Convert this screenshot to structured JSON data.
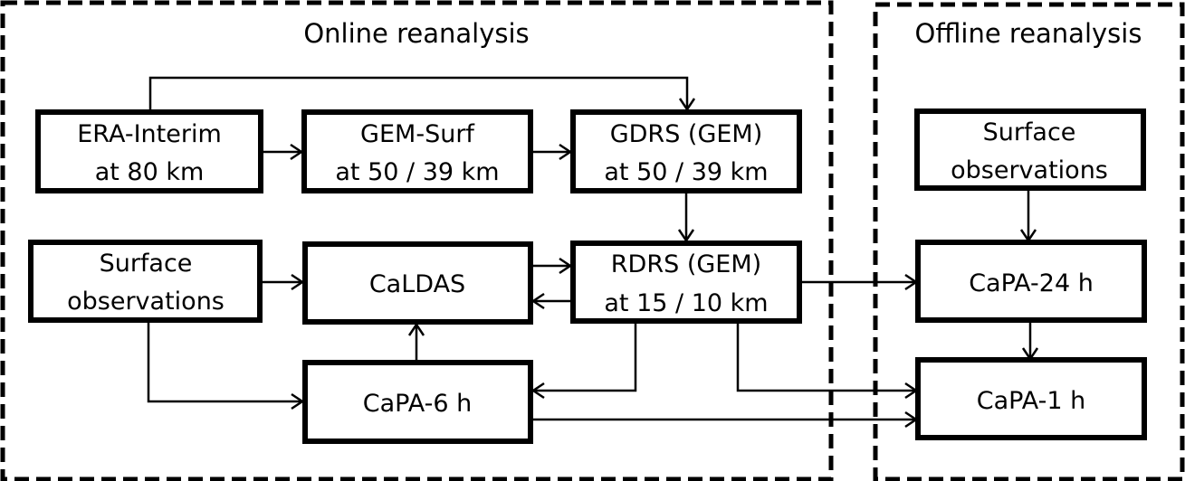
{
  "groups": {
    "online": {
      "title": "Online reanalysis"
    },
    "offline": {
      "title": "Offline reanalysis"
    }
  },
  "nodes": {
    "era_interim": {
      "line1": "ERA-Interim",
      "line2": "at 80 km"
    },
    "gem_surf": {
      "line1": "GEM-Surf",
      "line2": "at 50 / 39 km"
    },
    "gdrs": {
      "line1": "GDRS (GEM)",
      "line2": "at 50 / 39 km"
    },
    "surface_obs_online": {
      "line1": "Surface",
      "line2": "observations"
    },
    "caldas": {
      "line1": "CaLDAS"
    },
    "rdrs": {
      "line1": "RDRS (GEM)",
      "line2": "at 15 / 10 km"
    },
    "capa_6h": {
      "line1": "CaPA-6 h"
    },
    "surface_obs_offline": {
      "line1": "Surface",
      "line2": "observations"
    },
    "capa_24h": {
      "line1": "CaPA-24 h"
    },
    "capa_1h": {
      "line1": "CaPA-1 h"
    }
  },
  "edges": [
    {
      "from": "era_interim",
      "to": "gem_surf"
    },
    {
      "from": "era_interim",
      "to": "gdrs"
    },
    {
      "from": "gem_surf",
      "to": "gdrs"
    },
    {
      "from": "gdrs",
      "to": "rdrs"
    },
    {
      "from": "surface_obs_online",
      "to": "caldas"
    },
    {
      "from": "surface_obs_online",
      "to": "capa_6h"
    },
    {
      "from": "caldas",
      "to": "rdrs"
    },
    {
      "from": "rdrs",
      "to": "caldas"
    },
    {
      "from": "capa_6h",
      "to": "caldas"
    },
    {
      "from": "rdrs",
      "to": "capa_6h"
    },
    {
      "from": "rdrs",
      "to": "capa_24h"
    },
    {
      "from": "rdrs",
      "to": "capa_1h"
    },
    {
      "from": "capa_6h",
      "to": "capa_1h"
    },
    {
      "from": "surface_obs_offline",
      "to": "capa_24h"
    },
    {
      "from": "capa_24h",
      "to": "capa_1h"
    }
  ]
}
